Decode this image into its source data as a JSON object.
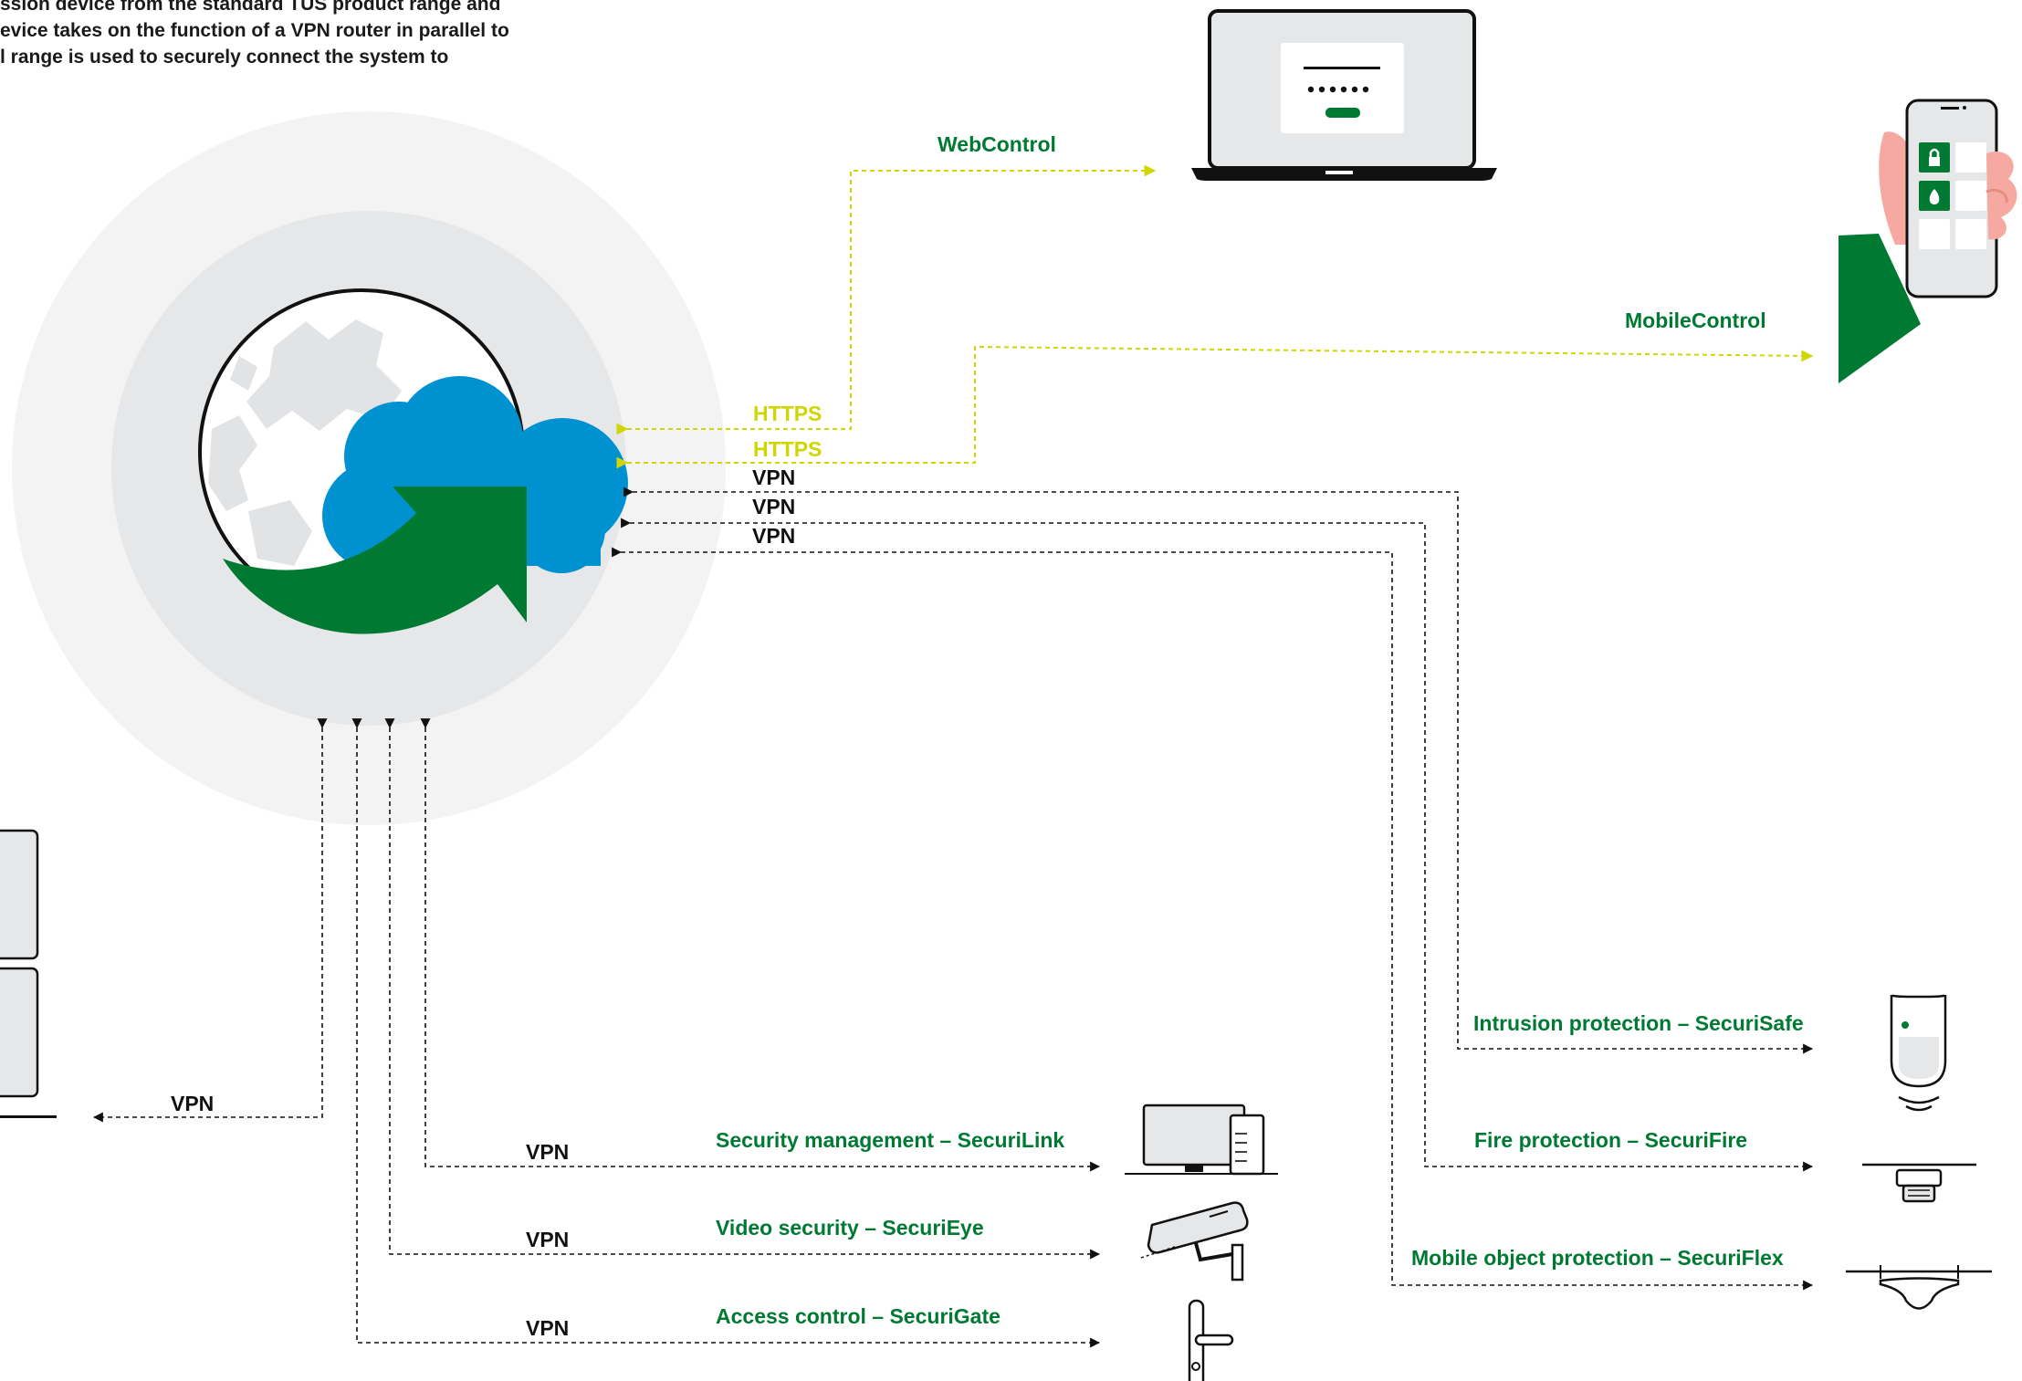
{
  "intro": {
    "lines": [
      "ssion device from the standard TUS product range and",
      "evice takes on the function of a VPN router in parallel to",
      "l range is used to securely connect the system to"
    ]
  },
  "clients": {
    "web": {
      "label": "WebControl"
    },
    "mobile": {
      "label": "MobileControl"
    }
  },
  "protocols": {
    "https_1": "HTTPS",
    "https_2": "HTTPS",
    "vpn_1": "VPN",
    "vpn_2": "VPN",
    "vpn_3": "VPN",
    "vpn_left": "VPN",
    "vpn_link": "VPN",
    "vpn_eye": "VPN",
    "vpn_gate": "VPN"
  },
  "services": {
    "securilink": "Security management – SecuriLink",
    "securieye": "Video security – SecuriEye",
    "securigate": "Access control – SecuriGate",
    "securisafe": "Intrusion protection – SecuriSafe",
    "securifire": "Fire protection – SecuriFire",
    "securiflex": "Mobile object protection – SecuriFlex"
  },
  "colors": {
    "brand_green": "#007a33",
    "cloud_blue": "#0091d0",
    "https_yellow": "#cfd600",
    "halo_outer": "#f3f3f3",
    "halo_inner": "#e6e7e8"
  },
  "icons": [
    "cloud-globe-icon",
    "laptop-icon",
    "smartphone-hand-icon",
    "server-rack-icon",
    "workstation-icon",
    "cctv-camera-icon",
    "door-handle-icon",
    "motion-detector-icon",
    "smoke-detector-icon",
    "tracker-device-icon"
  ]
}
